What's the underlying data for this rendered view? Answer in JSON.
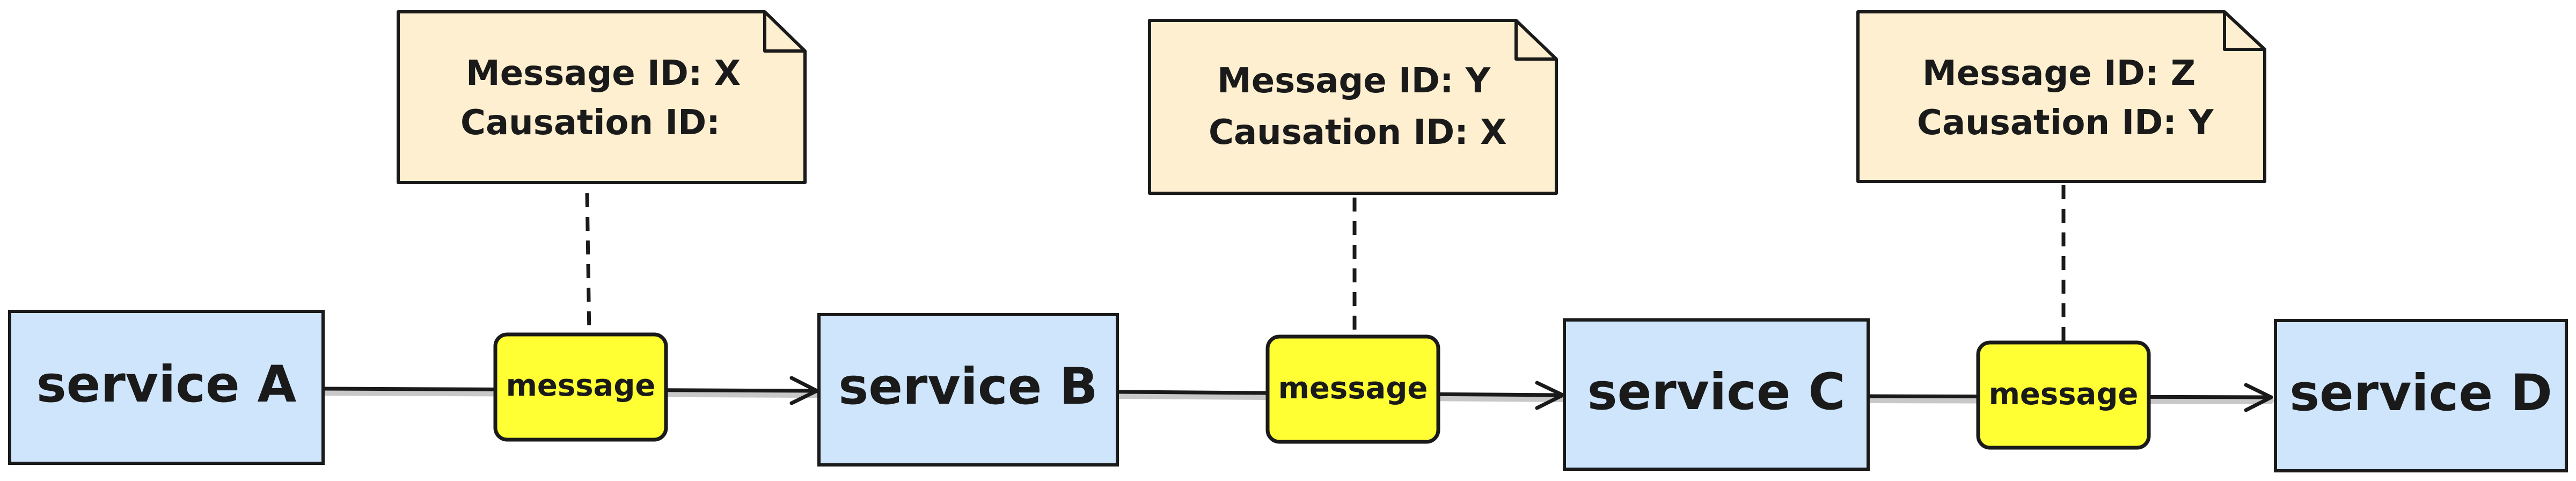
{
  "colors": {
    "service_fill": "#cfe5fc",
    "message_fill": "#ffff33",
    "note_fill": "#fdefcf",
    "stroke": "#1a1a1a",
    "shadow": "#c8c8c8"
  },
  "services": [
    {
      "label": "service A"
    },
    {
      "label": "service B"
    },
    {
      "label": "service C"
    },
    {
      "label": "service D"
    }
  ],
  "messages": [
    {
      "label": "message"
    },
    {
      "label": "message"
    },
    {
      "label": "message"
    }
  ],
  "notes": [
    {
      "line1": "Message ID: X",
      "line2": "Causation ID:"
    },
    {
      "line1": "Message ID: Y",
      "line2": "Causation ID: X"
    },
    {
      "line1": "Message ID: Z",
      "line2": "Causation ID: Y"
    }
  ]
}
